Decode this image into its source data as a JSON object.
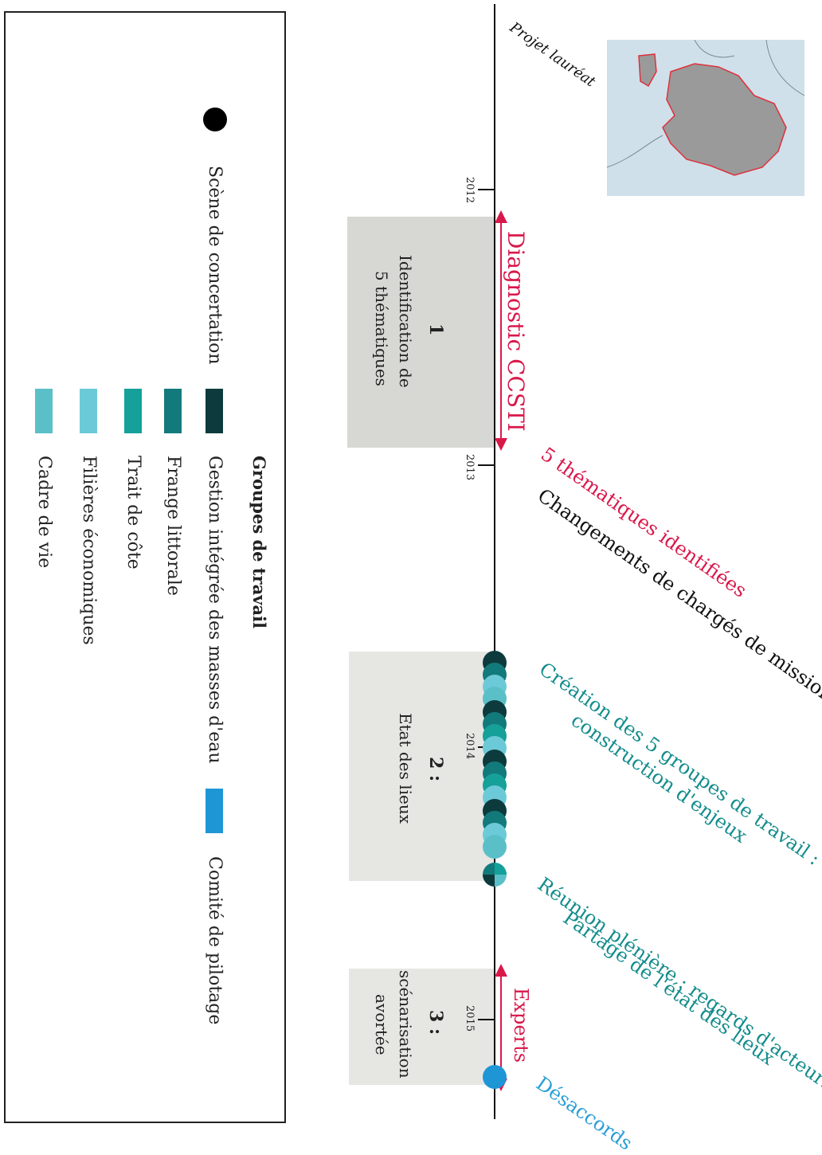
{
  "legend": {
    "scene_label": "Scène de concertation",
    "groups_title": "Groupes de travail",
    "groups": [
      {
        "label": "Gestion intégrée des masses d'eau",
        "color": "#0d3b3d"
      },
      {
        "label": "Frange littorale",
        "color": "#137a7c"
      },
      {
        "label": "Trait de côte",
        "color": "#16a09a"
      },
      {
        "label": "Filières économiques",
        "color": "#6ccad8"
      },
      {
        "label": "Cadre de vie",
        "color": "#5bbfc8"
      }
    ],
    "committee": {
      "label": "Comité de pilotage",
      "color": "#1e96d6"
    }
  },
  "timeline": {
    "years": [
      "2012",
      "2013",
      "2014",
      "2015"
    ]
  },
  "phases": [
    {
      "number": "1",
      "lines": [
        "Identification de",
        "5 thématiques"
      ]
    },
    {
      "number": "2 :",
      "lines": [
        "Etat des lieux"
      ]
    },
    {
      "number": "3 :",
      "lines": [
        "scénarisation",
        "avortée"
      ]
    }
  ],
  "annotations": {
    "projet": "Projet lauréat",
    "diagnostic": "Diagnostic CCSTI",
    "themes": "5 thématiques identifiées",
    "changements": "Changements de chargés de mission",
    "creation_line1": "Création des 5 groupes de travail :",
    "creation_line2": "construction d'enjeux",
    "reunion_line1": "Réunion plénière : regards d'acteurs",
    "reunion_line2": "Partage de l'état des lieux",
    "experts": "Experts",
    "desaccords": "Désaccords"
  },
  "colors": {
    "accent_red": "#d9184a",
    "teal": "#148c8c",
    "blue": "#2a9fd6",
    "map_land": "#9a9a9a",
    "map_sea": "#cfe0ea",
    "map_border": "#e0303a"
  }
}
